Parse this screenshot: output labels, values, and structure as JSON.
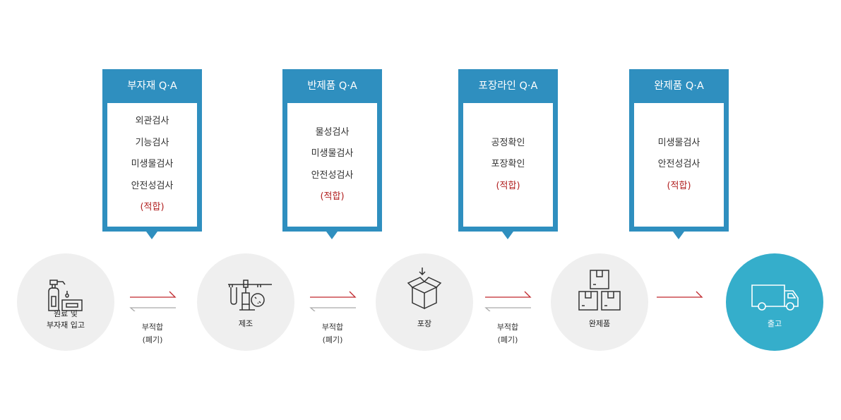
{
  "qa_boxes": [
    {
      "title": "부자재 Q·A",
      "items": [
        "외관검사",
        "기능검사",
        "미생물검사",
        "안전성검사"
      ],
      "result": "(적합)"
    },
    {
      "title": "반제품 Q·A",
      "items": [
        "물성검사",
        "미생물검사",
        "안전성검사"
      ],
      "result": "(적합)"
    },
    {
      "title": "포장라인 Q·A",
      "items": [
        "공정확인",
        "포장확인"
      ],
      "result": "(적합)"
    },
    {
      "title": "완제품 Q·A",
      "items": [
        "미생물검사",
        "안전성검사"
      ],
      "result": "(적합)"
    }
  ],
  "steps": [
    {
      "label_line1": "원료 및",
      "label_line2": "부자재 입고",
      "icon": "bottles-icon"
    },
    {
      "label": "제조",
      "icon": "lab-equipment-icon"
    },
    {
      "label": "포장",
      "icon": "box-icon"
    },
    {
      "label": "완제품",
      "icon": "stacked-boxes-icon"
    },
    {
      "label": "출고",
      "icon": "truck-icon"
    }
  ],
  "reject": {
    "line1": "부적합",
    "line2": "(폐기)"
  },
  "colors": {
    "qa_blue": "#2f8fbf",
    "final_circle": "#35aecb",
    "pass_red": "#b22222",
    "arrow_red": "#c0282d",
    "arrow_gray": "#aaaaaa"
  }
}
